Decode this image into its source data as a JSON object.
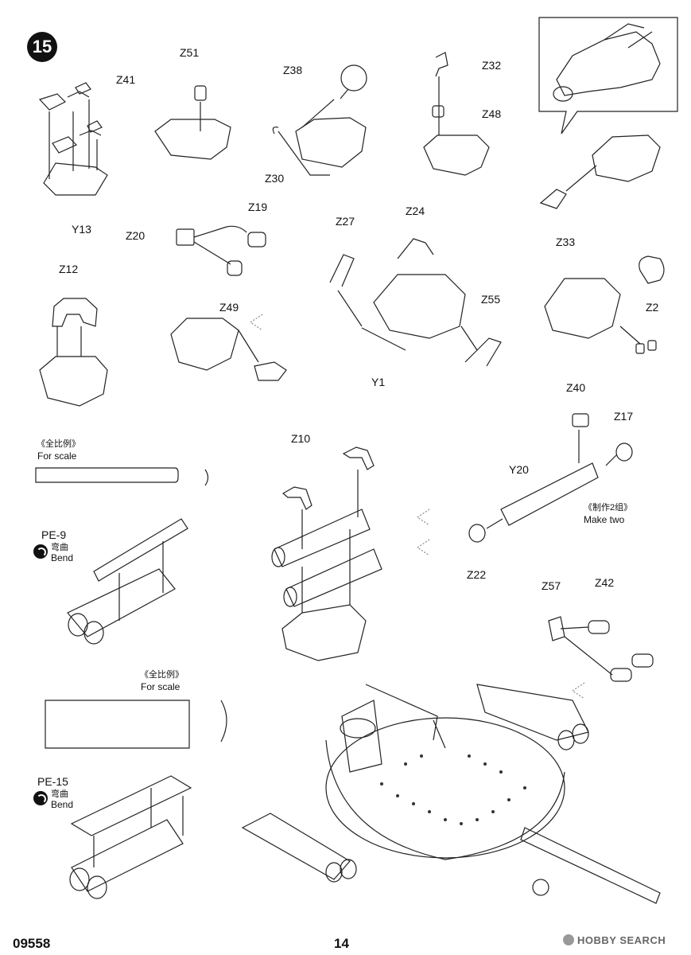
{
  "step": {
    "number": "15"
  },
  "parts": {
    "z41": "Z41",
    "y13": "Y13",
    "z51": "Z51",
    "z38": "Z38",
    "z30": "Z30",
    "z32": "Z32",
    "z48": "Z48",
    "z19": "Z19",
    "z20": "Z20",
    "z49": "Z49",
    "z33": "Z33",
    "z12": "Z12",
    "z27": "Z27",
    "z24": "Z24",
    "z55": "Z55",
    "y1": "Y1",
    "z2": "Z2",
    "z40": "Z40",
    "z17": "Z17",
    "y20": "Y20",
    "z10": "Z10",
    "z22": "Z22",
    "z57": "Z57",
    "z42": "Z42"
  },
  "notes": {
    "scale_cn_1": "《全比例》",
    "scale_en_1": "For scale",
    "scale_cn_2": "《全比例》",
    "scale_en_2": "For scale",
    "make_two_cn": "《制作2组》",
    "make_two_en": "Make two",
    "pe9": "PE-9",
    "pe15": "PE-15",
    "bend_cn_1": "弯曲",
    "bend_en_1": "Bend",
    "bend_cn_2": "弯曲",
    "bend_en_2": "Bend"
  },
  "footer": {
    "product_code": "09558",
    "page_number": "14",
    "watermark": "HOBBY SEARCH"
  }
}
